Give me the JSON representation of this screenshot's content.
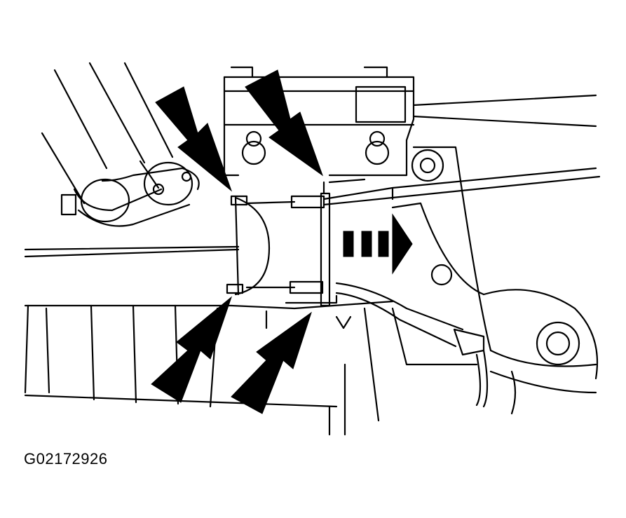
{
  "figure": {
    "id": "G02172926"
  },
  "colors": {
    "line": "#000000",
    "background": "#ffffff"
  },
  "callouts": {
    "pointer_arrows": 4,
    "direction_arrow": "right"
  }
}
